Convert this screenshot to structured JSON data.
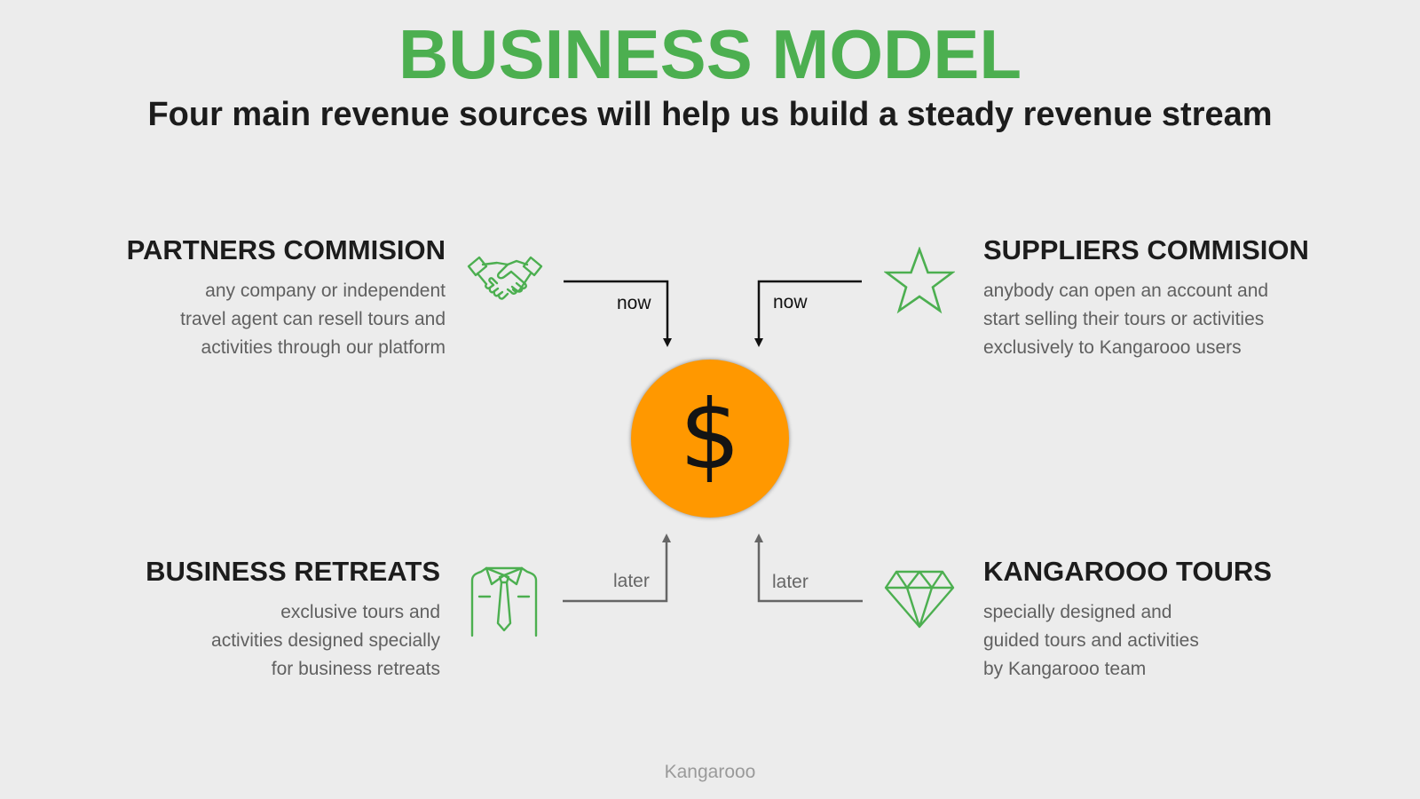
{
  "header": {
    "title": "BUSINESS MODEL",
    "subtitle": "Four main revenue sources will help us build a steady revenue stream"
  },
  "colors": {
    "accent_green": "#4caf50",
    "coin_orange": "#ff9800",
    "now_line": "#111111",
    "later_line": "#666666"
  },
  "sources": {
    "partners": {
      "title": "PARTNERS COMMISION",
      "lines": [
        "any company or independent",
        "travel agent can resell tours and",
        "activities through our platform"
      ],
      "icon": "handshake-icon",
      "timing": "now"
    },
    "suppliers": {
      "title": "SUPPLIERS COMMISION",
      "lines": [
        "anybody can open an account and",
        "start selling their tours or activities",
        "exclusively to Kangarooo users"
      ],
      "icon": "star-icon",
      "timing": "now"
    },
    "retreats": {
      "title": "BUSINESS RETREATS",
      "lines": [
        "exclusive tours and",
        "activities designed specially",
        "for business retreats"
      ],
      "icon": "shirt-tie-icon",
      "timing": "later"
    },
    "tours": {
      "title": "KANGAROOO TOURS",
      "lines": [
        "specially designed and",
        "guided tours and activities",
        "by Kangarooo team"
      ],
      "icon": "diamond-icon",
      "timing": "later"
    }
  },
  "center": {
    "symbol": "$",
    "icon": "dollar-coin-icon"
  },
  "footer": {
    "brand": "Kangarooo"
  }
}
